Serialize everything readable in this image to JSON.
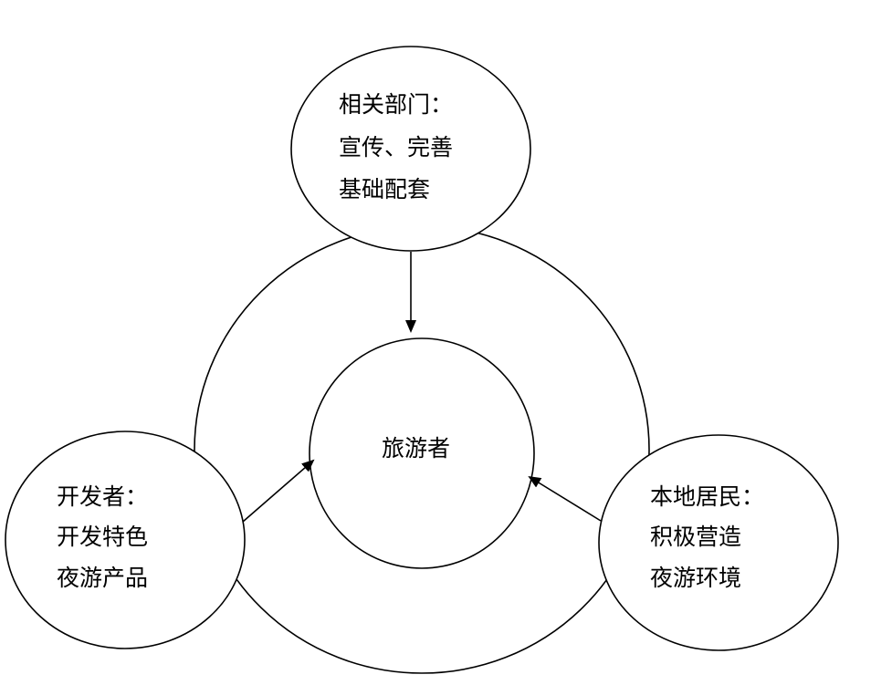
{
  "nodes": {
    "top": {
      "lines": [
        "相关部门：",
        "宣传、完善",
        "基础配套"
      ]
    },
    "center": {
      "lines": [
        "旅游者"
      ]
    },
    "left": {
      "lines": [
        "开发者：",
        "开发特色",
        "夜游产品"
      ]
    },
    "right": {
      "lines": [
        "本地居民：",
        "积极营造",
        "夜游环境"
      ]
    }
  },
  "edges": [
    {
      "from": "top",
      "to": "center"
    },
    {
      "from": "left",
      "to": "center"
    },
    {
      "from": "right",
      "to": "center"
    }
  ],
  "colors": {
    "stroke": "#000000",
    "background": "#ffffff"
  }
}
